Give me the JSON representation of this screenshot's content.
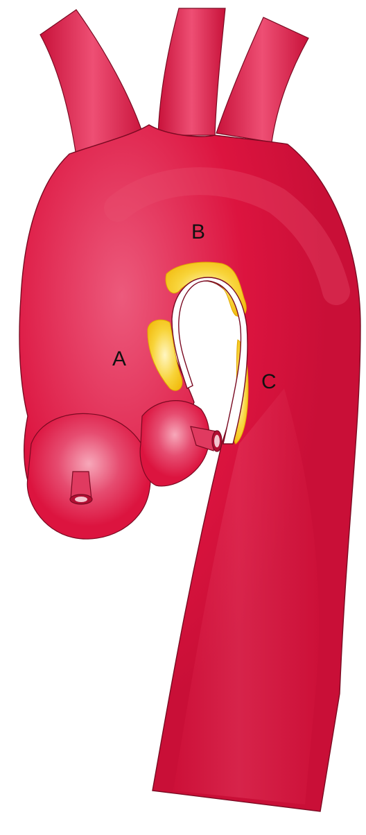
{
  "colors": {
    "vessel": "#dc143f",
    "vessel_dark": "#b00f33",
    "vessel_highlight": "#f06a86",
    "outline": "#7a0a22",
    "plaque": "#f5c518",
    "plaque_light": "#fff6c2",
    "background": "#ffffff"
  },
  "labels": {
    "a": "A",
    "b": "B",
    "c": "C"
  }
}
